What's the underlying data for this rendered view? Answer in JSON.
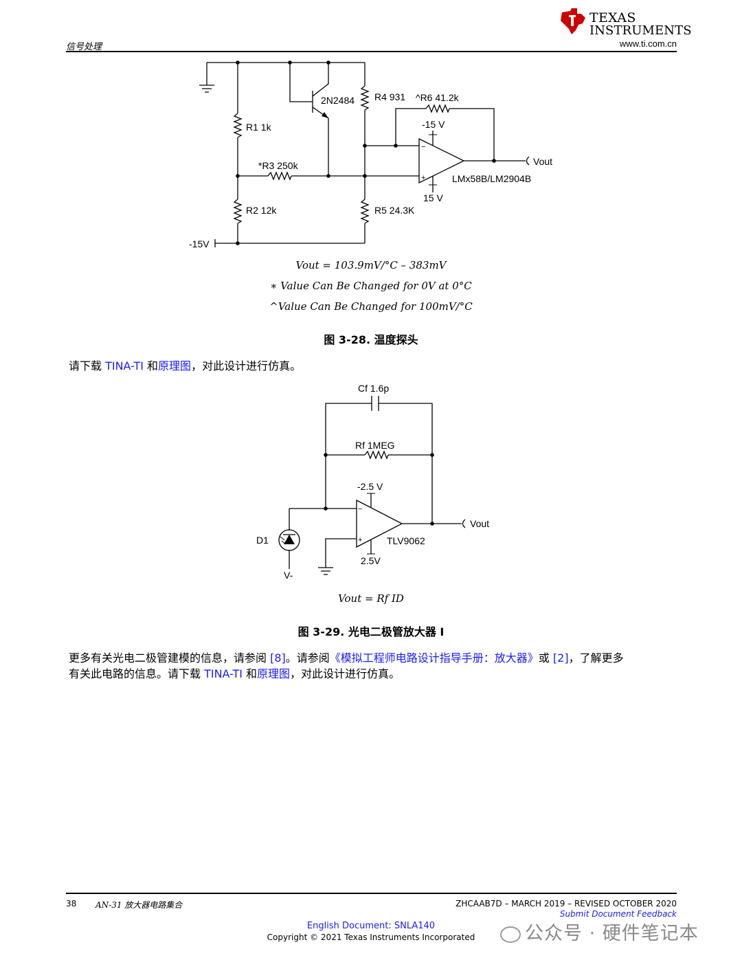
{
  "header": {
    "section": "信号处理",
    "logo_line1": "TEXAS",
    "logo_line2": "INSTRUMENTS",
    "url": "www.ti.com.cn"
  },
  "figure1": {
    "labels": {
      "transistor": "2N2484",
      "r4": "R4 931",
      "r6": "^R6 41.2k",
      "r1": "R1 1k",
      "neg_supply": "-15 V",
      "r3": "*R3 250k",
      "vout": "Vout",
      "opamp": "LMx58B/LM2904B",
      "pos_supply": "15 V",
      "r2": "R2 12k",
      "r5": "R5 24.3K",
      "rail": "-15V",
      "minus": "−",
      "plus": "+"
    },
    "equation": "Vout = 103.9mV/°C – 383mV",
    "note1": "∗ Value Can Be Changed for 0V at 0°C",
    "note2": "^Value Can Be Changed for 100mV/°C",
    "caption": "图 3-28. 温度探头"
  },
  "para1": {
    "pre": "请下载 ",
    "link1": "TINA-TI",
    "mid": " 和",
    "link2": "原理图",
    "post": "，对此设计进行仿真。"
  },
  "figure2": {
    "labels": {
      "cf": "Cf 1.6p",
      "rf": "Rf 1MEG",
      "neg_supply": "-2.5 V",
      "vout": "Vout",
      "d1": "D1",
      "opamp": "TLV9062",
      "pos_supply": "2.5V",
      "vminus": "V-",
      "minus": "−",
      "plus": "+"
    },
    "equation": "Vout = Rf ID",
    "caption": "图 3-29. 光电二极管放大器 I"
  },
  "para2": {
    "t1": "更多有关光电二极管建模的信息，请参阅 ",
    "l1": "[8]",
    "t2": "。请参阅",
    "l2": "《模拟工程师电路设计指导手册：放大器》",
    "t3": "或 ",
    "l3": "[2]",
    "t4": "，了解更多",
    "t5": "有关此电路的信息。请下载 ",
    "l4": "TINA-TI",
    "t6": " 和",
    "l5": "原理图",
    "t7": "，对此设计进行仿真。"
  },
  "footer": {
    "page": "38",
    "doc": "AN-31 放大器电路集合",
    "revision": "ZHCAAB7D – MARCH 2019 – REVISED OCTOBER 2020",
    "feedback": "Submit Document Feedback",
    "english": "English Document: SNLA140",
    "copyright": "Copyright © 2021 Texas Instruments Incorporated"
  },
  "watermark": "公众号 · 硬件笔记本",
  "colors": {
    "ti_red": "#cc0000",
    "link_blue": "#1a1aff"
  }
}
